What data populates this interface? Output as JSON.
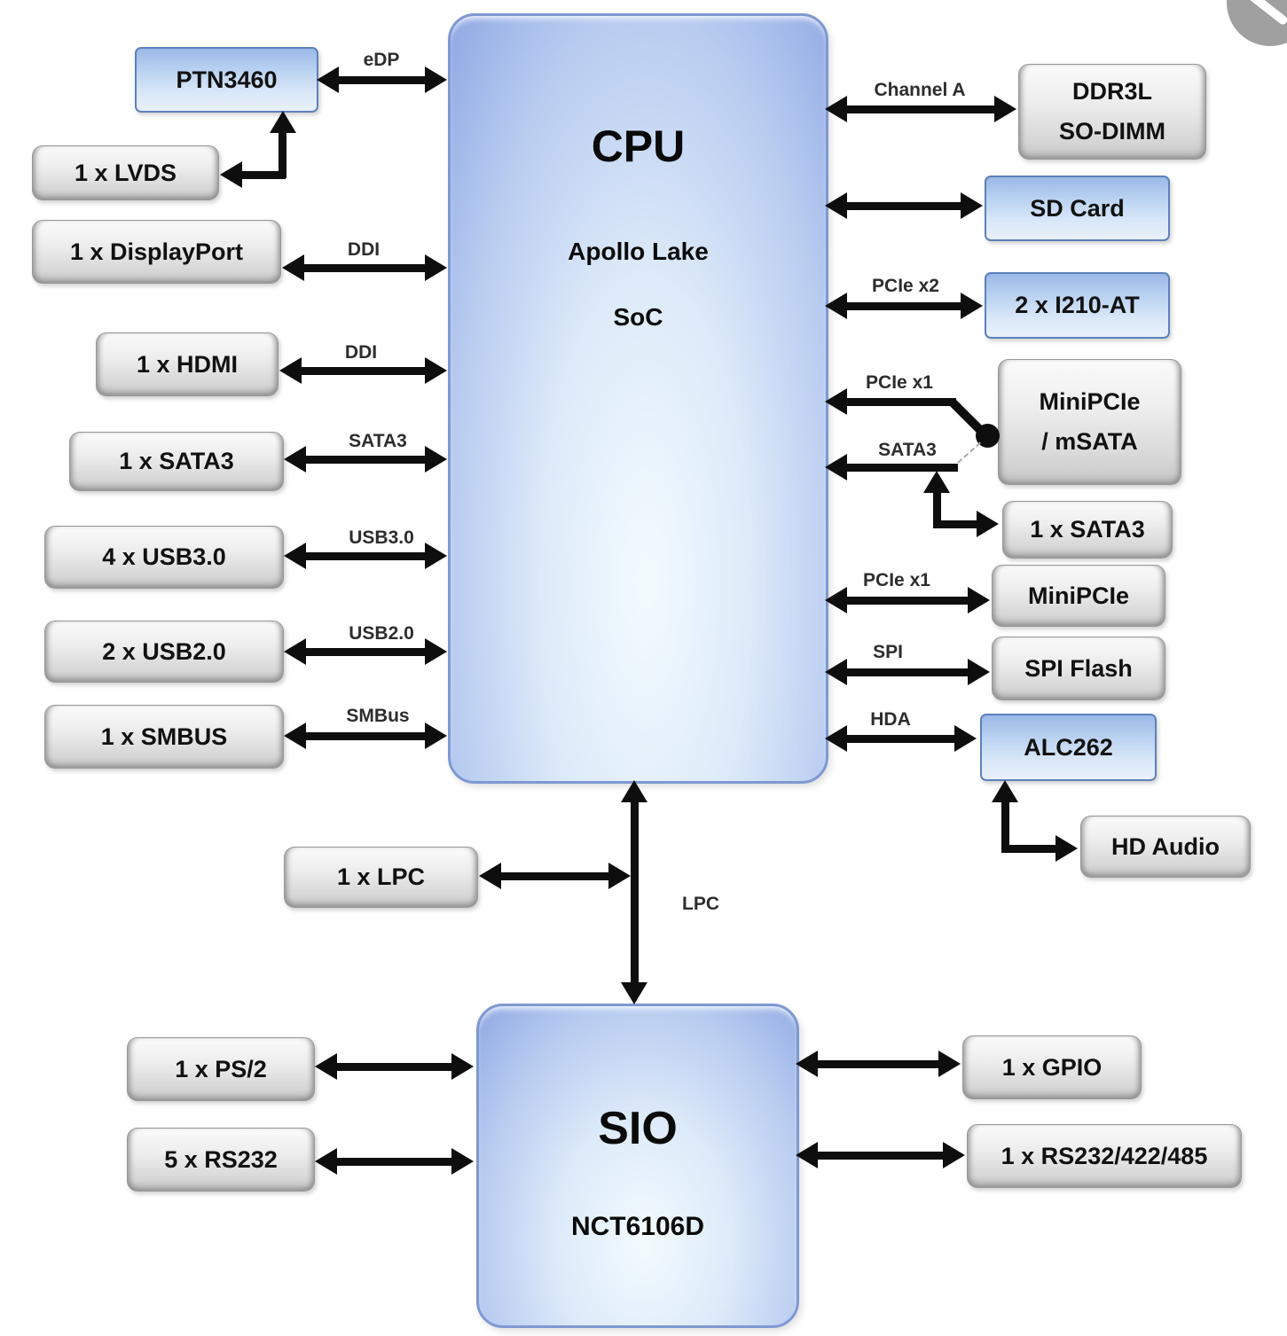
{
  "cpu": {
    "title": "CPU",
    "subtitle1": "Apollo Lake",
    "subtitle2": "SoC"
  },
  "sio": {
    "title": "SIO",
    "subtitle": "NCT6106D"
  },
  "peripherals": {
    "ptn3460": "PTN3460",
    "lvds": "1 x LVDS",
    "displayport": "1 x DisplayPort",
    "hdmi": "1 x HDMI",
    "sata3_left": "1 x SATA3",
    "usb30": "4 x USB3.0",
    "usb20": "2 x USB2.0",
    "smbus": "1 x SMBUS",
    "ddr3l_line1": "DDR3L",
    "ddr3l_line2": "SO-DIMM",
    "sdcard": "SD Card",
    "i210": "2 x I210-AT",
    "minipcie_msata_line1": "MiniPCIe",
    "minipcie_msata_line2": "/ mSATA",
    "sata3_right": "1 x SATA3",
    "minipcie": "MiniPCIe",
    "spiflash": "SPI Flash",
    "alc262": "ALC262",
    "hdaudio": "HD Audio",
    "lpcbox": "1 x LPC",
    "ps2": "1 x PS/2",
    "rs232": "5 x RS232",
    "gpio": "1 x GPIO",
    "rs232m": "1 x RS232/422/485"
  },
  "bus_labels": {
    "edp": "eDP",
    "ddi_dp": "DDI",
    "ddi_hdmi": "DDI",
    "sata3_left": "SATA3",
    "usb3": "USB3.0",
    "usb2": "USB2.0",
    "smbus": "SMBus",
    "channel_a": "Channel A",
    "pcie_x2": "PCIe x2",
    "pcie_x1_top": "PCIe x1",
    "sata3_right": "SATA3",
    "pcie_x1_mid": "PCIe x1",
    "spi": "SPI",
    "hda": "HDA",
    "lpc": "LPC"
  },
  "colors": {
    "arrow": "#0e0e0e",
    "blue_box_border": "#5d81bb",
    "blue_box_top": "#9bb8e7",
    "blue_box_bottom": "#e9f1fb",
    "chip_edge": "#8fa8e3",
    "chip_center": "#f3fbfe",
    "gray_box_top": "#fbfbfb",
    "gray_box_bottom": "#c3c3c3",
    "background": "#ffffff"
  }
}
